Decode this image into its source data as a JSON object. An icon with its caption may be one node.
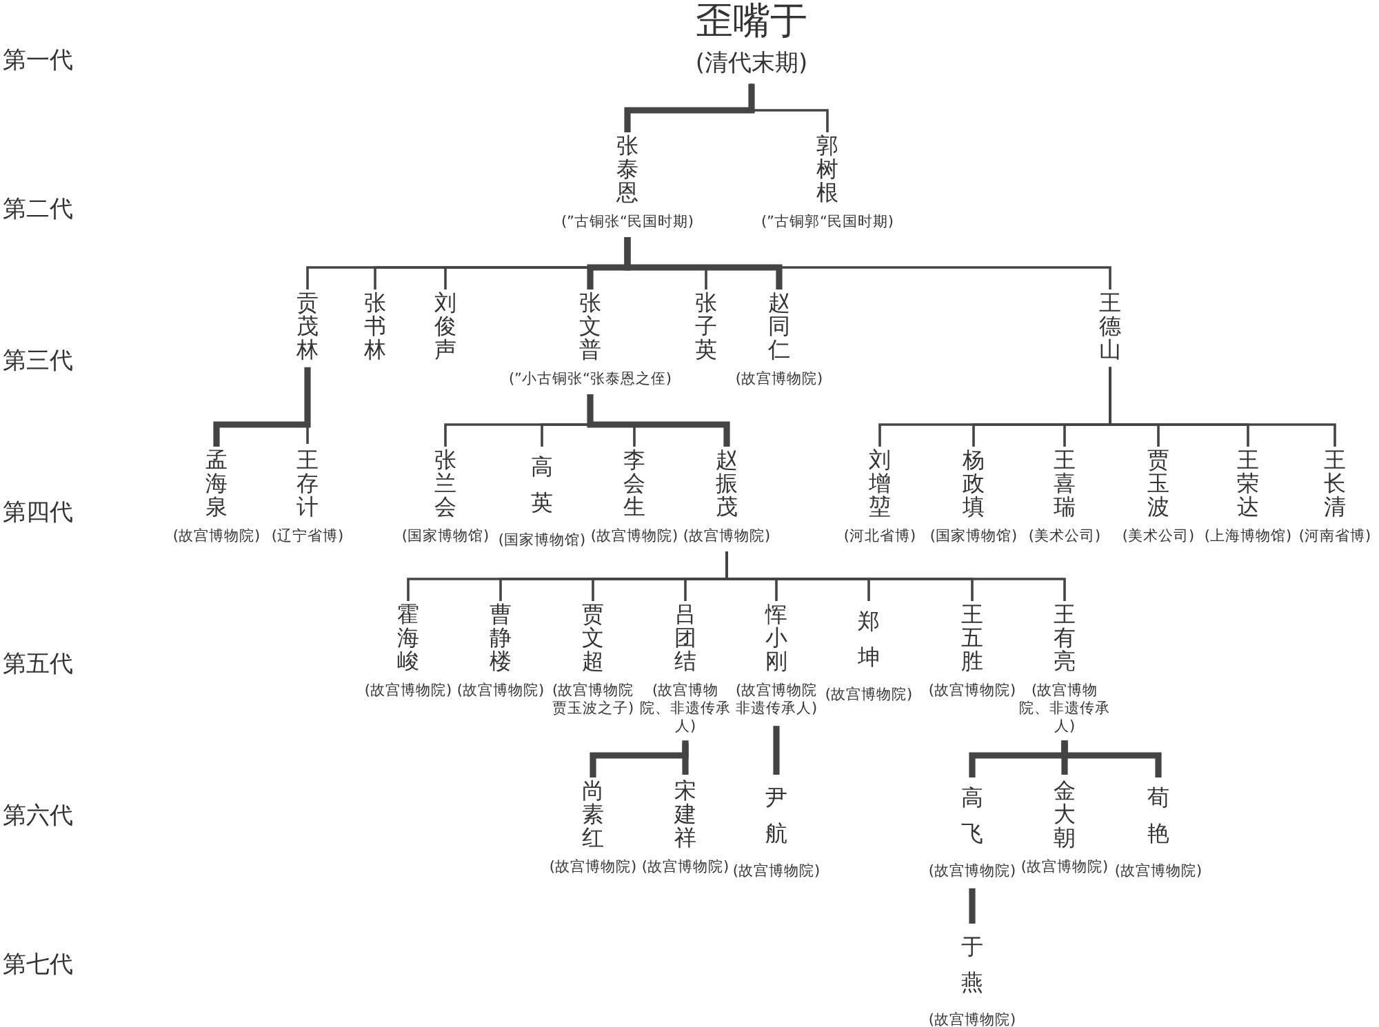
{
  "diagram": {
    "nodes": [
      {
        "text": [
          "歪嘴于"
        ],
        "beside": [
          "(清代末期)"
        ]
      },
      {
        "text": [
          "张泰恩"
        ],
        "beside": [
          "(”古铜张“民国时期)"
        ]
      },
      {
        "text": [
          "郭树根"
        ],
        "beside": [
          "(”古铜郭“民国时期)"
        ]
      },
      {
        "text": [
          "贡茂林"
        ]
      },
      {
        "text": [
          "张书林"
        ]
      },
      {
        "text": [
          "刘俊声"
        ]
      },
      {
        "text": [
          "张文普"
        ],
        "beside": [
          "(”小古铜张“张泰恩之侄)"
        ]
      },
      {
        "text": [
          "张子英"
        ]
      },
      {
        "text": [
          "赵同仁"
        ],
        "beside": [
          "(故宫博物院)"
        ]
      },
      {
        "text": [
          "王德山"
        ]
      },
      {
        "text": [
          "孟海泉"
        ],
        "beside": [
          "(故宫博物院)"
        ]
      },
      {
        "text": [
          "王存计"
        ],
        "beside": [
          "(辽宁省博)"
        ]
      },
      {
        "text": [
          "张兰会"
        ],
        "beside": [
          "(国家博物馆)"
        ]
      },
      {
        "text": [
          "高英"
        ],
        "beside": [
          "(国家博物馆)"
        ]
      },
      {
        "text": [
          "李会生"
        ],
        "beside": [
          "(故宫博物院)"
        ]
      },
      {
        "text": [
          "赵振茂"
        ],
        "beside": [
          "(故宫博物院)"
        ]
      },
      {
        "text": [
          "刘增堃"
        ],
        "beside": [
          "(河北省博)"
        ]
      },
      {
        "text": [
          "杨政填"
        ],
        "beside": [
          "(国家博物馆)"
        ]
      },
      {
        "text": [
          "王喜瑞"
        ],
        "beside": [
          "(美术公司)"
        ]
      },
      {
        "text": [
          "贾玉波"
        ],
        "beside": [
          "(美术公司)"
        ]
      },
      {
        "text": [
          "王荣达"
        ],
        "beside": [
          "(上海博物馆)"
        ]
      },
      {
        "text": [
          "王长清"
        ],
        "beside": [
          "(河南省博)"
        ]
      },
      {
        "text": [
          "霍海峻"
        ],
        "beside": [
          "(故宫博物院)"
        ]
      },
      {
        "text": [
          "曹静楼"
        ],
        "beside": [
          "(故宫博物院)"
        ]
      },
      {
        "text": [
          "贾文超"
        ],
        "beside": [
          "(故宫博物院贾玉波之子)"
        ]
      },
      {
        "text": [
          "吕团结"
        ],
        "beside": [
          "(故宫博物院、非遗传承人)"
        ]
      },
      {
        "text": [
          "恽小刚"
        ],
        "beside": [
          "(故宫博物院非遗传承人)"
        ]
      },
      {
        "text": [
          "郑坤"
        ],
        "beside": [
          "(故宫博物院)"
        ]
      },
      {
        "text": [
          "王五胜"
        ],
        "beside": [
          "(故宫博物院)"
        ]
      },
      {
        "text": [
          "王有亮"
        ],
        "beside": [
          "(故宫博物院、非遗传承人)"
        ]
      },
      {
        "text": [
          "尚素红"
        ],
        "beside": [
          "(故宫博物院)"
        ]
      },
      {
        "text": [
          "宋建祥"
        ],
        "beside": [
          "(故宫博物院)"
        ]
      },
      {
        "text": [
          "尹航"
        ],
        "beside": [
          "(故宫博物院)"
        ]
      },
      {
        "text": [
          "高飞"
        ],
        "beside": [
          "(故宫博物院)"
        ]
      },
      {
        "text": [
          "金大朝"
        ],
        "beside": [
          "(故宫博物院)"
        ]
      },
      {
        "text": [
          "荀艳"
        ],
        "beside": [
          "(故宫博物院)"
        ]
      },
      {
        "text": [
          "于燕"
        ],
        "beside": [
          "(故宫博物院)"
        ]
      }
    ],
    "edges": [
      {
        "from": 0,
        "to": 1,
        "arrow": "none",
        "style": "thick"
      },
      {
        "from": 0,
        "to": 2,
        "arrow": "none"
      },
      {
        "from": 1,
        "to": 3,
        "arrow": "none"
      },
      {
        "from": 1,
        "to": 4,
        "arrow": "none"
      },
      {
        "from": 1,
        "to": 5,
        "arrow": "none"
      },
      {
        "from": 1,
        "to": 6,
        "arrow": "none",
        "style": "thick"
      },
      {
        "from": 1,
        "to": 7,
        "arrow": "none"
      },
      {
        "from": 1,
        "to": 8,
        "arrow": "none",
        "style": "thick"
      },
      {
        "from": 1,
        "to": 9,
        "arrow": "none"
      },
      {
        "from": 3,
        "to": 10,
        "arrow": "none",
        "style": "thick"
      },
      {
        "from": 3,
        "to": 11,
        "arrow": "none"
      },
      {
        "from": 6,
        "to": 12,
        "arrow": "none"
      },
      {
        "from": 6,
        "to": 13,
        "arrow": "none"
      },
      {
        "from": 6,
        "to": 14,
        "arrow": "none"
      },
      {
        "from": 6,
        "to": 15,
        "arrow": "none",
        "style": "thick"
      },
      {
        "from": 9,
        "to": 16,
        "arrow": "none"
      },
      {
        "from": 9,
        "to": 17,
        "arrow": "none"
      },
      {
        "from": 9,
        "to": 18,
        "arrow": "none"
      },
      {
        "from": 9,
        "to": 19,
        "arrow": "none"
      },
      {
        "from": 9,
        "to": 20,
        "arrow": "none"
      },
      {
        "from": 9,
        "to": 21,
        "arrow": "none"
      },
      {
        "from": 15,
        "to": 22,
        "arrow": "none"
      },
      {
        "from": 15,
        "to": 23,
        "arrow": "none"
      },
      {
        "from": 15,
        "to": 24,
        "arrow": "none"
      },
      {
        "from": 15,
        "to": 25,
        "arrow": "none"
      },
      {
        "from": 15,
        "to": 26,
        "arrow": "none"
      },
      {
        "from": 15,
        "to": 27,
        "arrow": "none"
      },
      {
        "from": 15,
        "to": 28,
        "arrow": "none"
      },
      {
        "from": 15,
        "to": 29,
        "arrow": "none"
      },
      {
        "from": 25,
        "to": 30,
        "arrow": "none",
        "style": "thick"
      },
      {
        "from": 25,
        "to": 31,
        "arrow": "none",
        "style": "thick"
      },
      {
        "from": 26,
        "to": 32,
        "arrow": "none",
        "style": "thick"
      },
      {
        "from": 29,
        "to": 33,
        "arrow": "none",
        "style": "thick"
      },
      {
        "from": 29,
        "to": 34,
        "arrow": "none",
        "style": "thick"
      },
      {
        "from": 29,
        "to": 35,
        "arrow": "none",
        "style": "thick"
      },
      {
        "from": 33,
        "to": 36,
        "arrow": "none",
        "style": "thick"
      }
    ],
    "labels": [
      "第一代",
      "第二代",
      "第三代",
      "第四代",
      "第五代",
      "第六代",
      "第七代"
    ]
  }
}
